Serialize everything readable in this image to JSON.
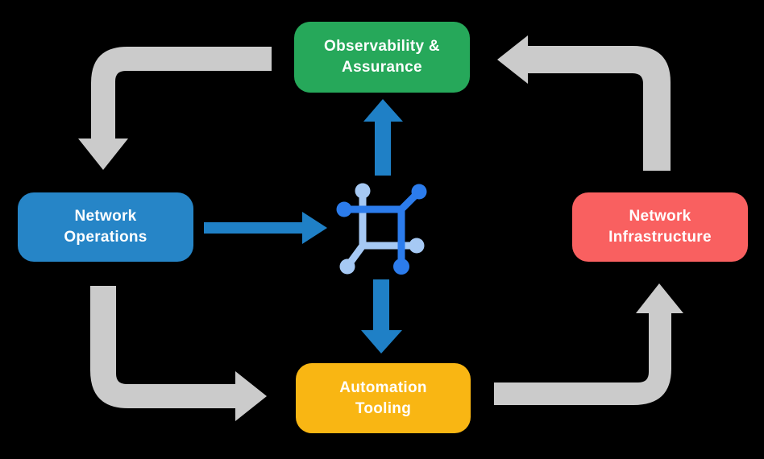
{
  "diagram": {
    "colors": {
      "background": "#000000",
      "gray_arrow": "#CBCBCB",
      "blue_arrow": "#1F80C6",
      "icon_dark": "#2C7CEC",
      "icon_light": "#A6C9F4"
    },
    "nodes": [
      {
        "id": "observability-assurance",
        "label": "Observability &\nAssurance",
        "color": "#26A85A"
      },
      {
        "id": "network-operations",
        "label": "Network\nOperations",
        "color": "#2685C7"
      },
      {
        "id": "network-infrastructure",
        "label": "Network\nInfrastructure",
        "color": "#F96060"
      },
      {
        "id": "automation-tooling",
        "label": "Automation\nTooling",
        "color": "#F9B613"
      }
    ],
    "center_icon": "network-mesh-icon",
    "edges": [
      {
        "from": "observability-assurance",
        "to": "network-operations",
        "style": "gray-elbow"
      },
      {
        "from": "network-operations",
        "to": "automation-tooling",
        "style": "gray-elbow"
      },
      {
        "from": "automation-tooling",
        "to": "network-infrastructure",
        "style": "gray-elbow"
      },
      {
        "from": "network-infrastructure",
        "to": "observability-assurance",
        "style": "gray-elbow"
      },
      {
        "from": "network-operations",
        "to": "center-icon",
        "style": "blue-straight"
      },
      {
        "from": "center-icon",
        "to": "observability-assurance",
        "style": "blue-straight"
      },
      {
        "from": "center-icon",
        "to": "automation-tooling",
        "style": "blue-straight"
      }
    ]
  }
}
